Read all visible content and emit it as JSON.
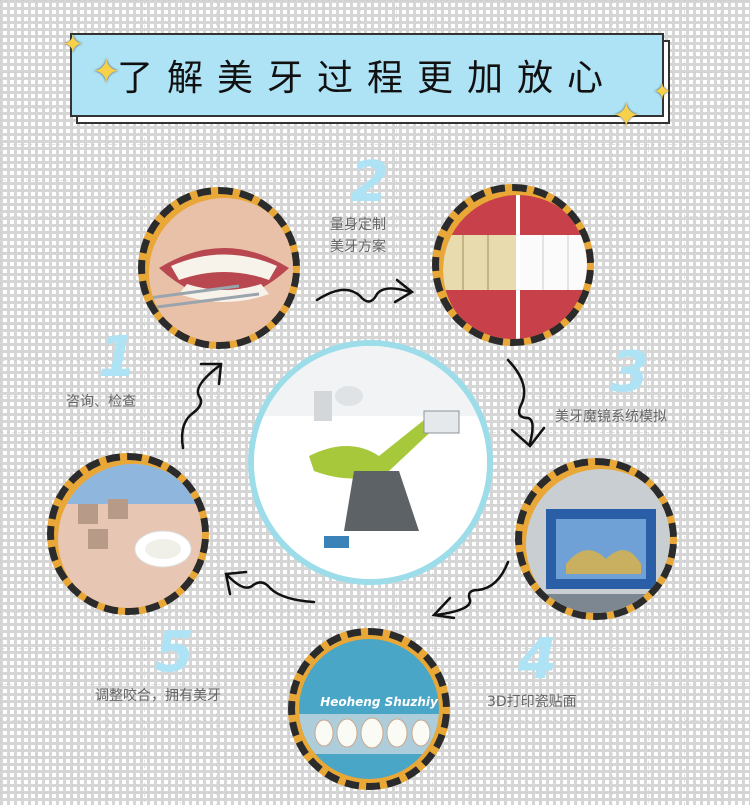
{
  "title": "了解美牙过程更加放心",
  "steps": [
    {
      "num": "1",
      "label": "咨询、检查"
    },
    {
      "num": "2",
      "label_line1": "量身定制",
      "label_line2": "美牙方案"
    },
    {
      "num": "3",
      "label": "美牙魔镜系统模拟"
    },
    {
      "num": "4",
      "label": "3D打印瓷贴面"
    },
    {
      "num": "5",
      "label": "调整咬合，拥有美牙"
    }
  ],
  "veneer_banner": "Heoheng  Shuzhiy",
  "colors": {
    "banner": "#aee2f5",
    "number": "#aee2f5",
    "ring": "#e8a736",
    "center_ring": "#9ddde9",
    "chair": "#a8c83c"
  }
}
